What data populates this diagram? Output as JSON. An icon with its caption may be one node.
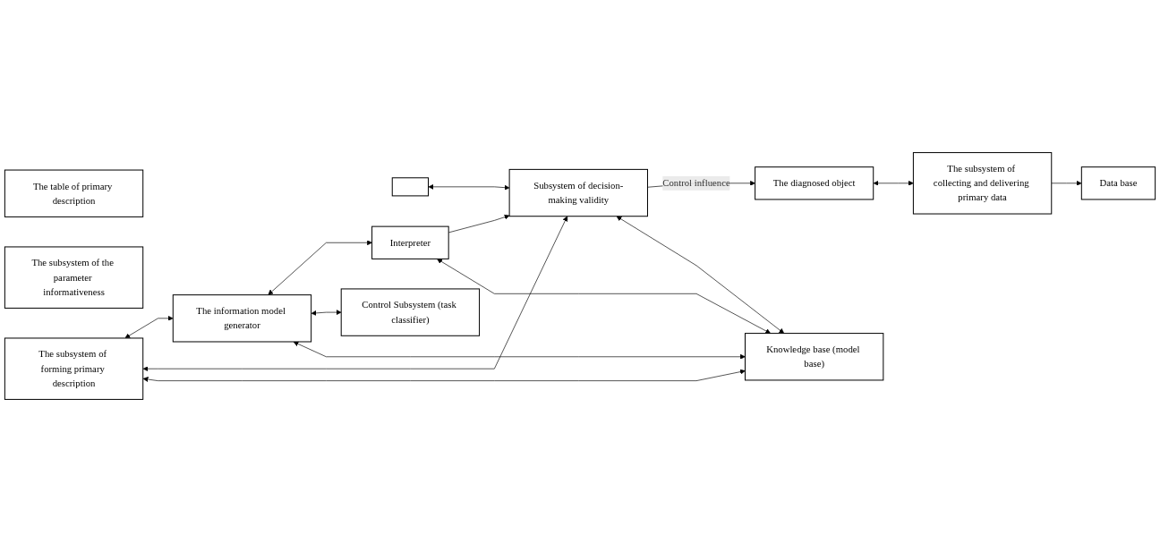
{
  "diagram": {
    "nodes": [
      {
        "text": [
          "The diagnosed object"
        ]
      },
      {
        "text": [],
        "shape": "box"
      },
      {
        "text": [
          "The table of primary description"
        ]
      },
      {
        "text": [
          "The subsystem of the parameter informativeness"
        ]
      },
      {
        "text": [
          "Data base"
        ]
      },
      {
        "text": [
          "The subsystem of forming primary description"
        ]
      },
      {
        "text": [
          "The information model generator"
        ]
      },
      {
        "text": [
          "Interpreter"
        ]
      },
      {
        "text": [
          "Subsystem of decision-making validity"
        ]
      },
      {
        "text": [
          "The subsystem of collecting and delivering primary data"
        ]
      },
      {
        "text": [
          "Knowledge base (model base)"
        ]
      },
      {
        "text": [
          "Control Subsystem (task classifier)"
        ]
      }
    ],
    "edges": [
      {
        "from": 8,
        "to": 0,
        "arrow": "to",
        "label": "Control influence"
      },
      {
        "from": 1,
        "to": 8,
        "arrow": "both"
      },
      {
        "from": 0,
        "to": 9,
        "arrow": "both"
      },
      {
        "from": 9,
        "to": 4,
        "arrow": "to"
      },
      {
        "from": 5,
        "to": 6,
        "arrow": "both"
      },
      {
        "from": 6,
        "to": 7,
        "arrow": "both"
      },
      {
        "from": 7,
        "to": 8,
        "arrow": "to"
      },
      {
        "from": 5,
        "to": 8,
        "arrow": "both"
      },
      {
        "from": 6,
        "to": 11,
        "arrow": "both"
      },
      {
        "from": 6,
        "to": 10,
        "arrow": "both"
      },
      {
        "from": 7,
        "to": 10,
        "arrow": "both"
      },
      {
        "from": 5,
        "to": 10,
        "arrow": "both"
      },
      {
        "from": 8,
        "to": 10,
        "arrow": "both"
      }
    ]
  }
}
